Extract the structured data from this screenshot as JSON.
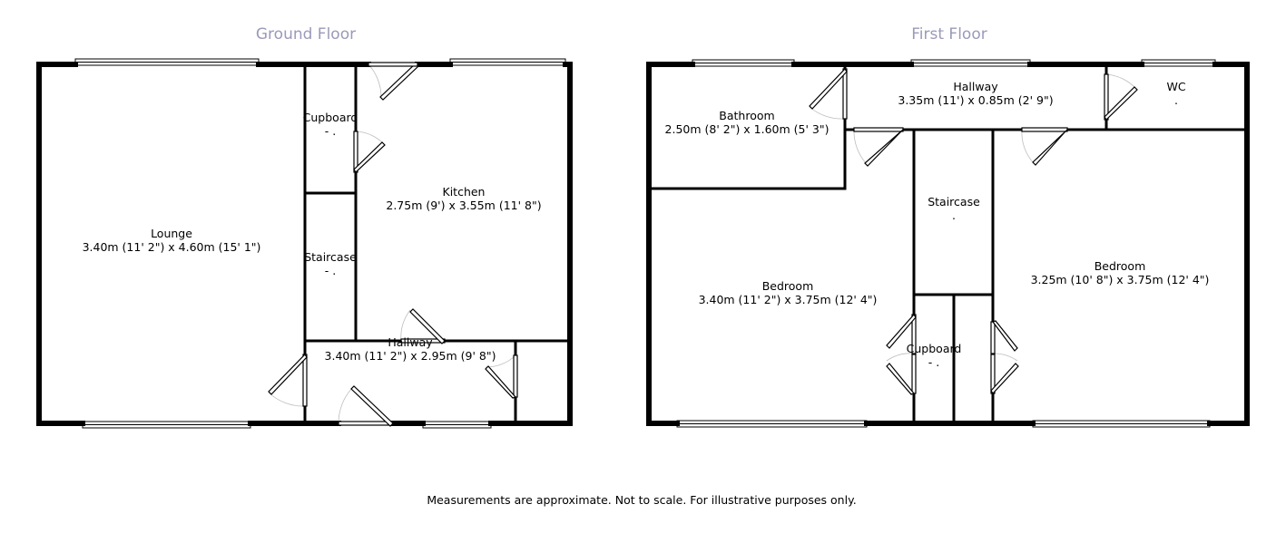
{
  "floors": [
    {
      "title": "Ground Floor",
      "rooms": [
        {
          "name": "Lounge",
          "dims": "3.40m (11' 2\") x 4.60m (15' 1\")"
        },
        {
          "name": "Cupboard",
          "dims": "- ."
        },
        {
          "name": "Kitchen",
          "dims": "2.75m (9') x 3.55m (11' 8\")"
        },
        {
          "name": "Staircase",
          "dims": "- ."
        },
        {
          "name": "Hallway",
          "dims": "3.40m (11' 2\") x 2.95m (9' 8\")"
        }
      ]
    },
    {
      "title": "First Floor",
      "rooms": [
        {
          "name": "Bathroom",
          "dims": "2.50m (8' 2\") x 1.60m (5' 3\")"
        },
        {
          "name": "Hallway",
          "dims": "3.35m (11') x 0.85m (2' 9\")"
        },
        {
          "name": "WC",
          "dims": "."
        },
        {
          "name": "Staircase",
          "dims": "."
        },
        {
          "name": "Bedroom",
          "dims": "3.40m (11' 2\") x 3.75m (12' 4\")"
        },
        {
          "name": "Bedroom",
          "dims": "3.25m (10' 8\") x 3.75m (12' 4\")"
        },
        {
          "name": "Cupboard",
          "dims": "- ."
        }
      ]
    }
  ],
  "disclaimer": "Measurements are approximate. Not to scale. For illustrative purposes only."
}
